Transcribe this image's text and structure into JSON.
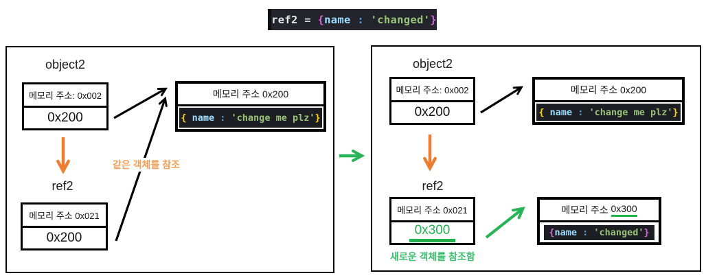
{
  "banner": {
    "tokens": [
      {
        "text": "ref2 ",
        "color": "#e8e8e8"
      },
      {
        "text": "= ",
        "color": "#d4d4d4"
      },
      {
        "text": "{",
        "color": "#d365d6"
      },
      {
        "text": "name",
        "color": "#9cdcfe"
      },
      {
        "text": " : ",
        "color": "#569cd6"
      },
      {
        "text": "'changed'",
        "color": "#98c379"
      },
      {
        "text": "}",
        "color": "#d365d6"
      }
    ]
  },
  "left_panel": {
    "object2": {
      "label": "object2",
      "address_header": "메모리 주소: 0x002",
      "value": "0x200"
    },
    "ref2": {
      "label": "ref2",
      "address_header": "메모리 주소 0x021",
      "value": "0x200"
    },
    "memory200": {
      "header": "메모리 주소 0x200",
      "code_tokens": [
        {
          "text": "{ ",
          "color": "#ffd700"
        },
        {
          "text": "name",
          "color": "#9cdcfe"
        },
        {
          "text": " : ",
          "color": "#569cd6"
        },
        {
          "text": "'change me plz'",
          "color": "#98c379"
        },
        {
          "text": "}",
          "color": "#ffd700"
        }
      ]
    },
    "annotation": "같은 객체를 참조"
  },
  "right_panel": {
    "object2": {
      "label": "object2",
      "address_header": "메모리 주소: 0x002",
      "value": "0x200"
    },
    "ref2": {
      "label": "ref2",
      "address_header": "메모리 주소 0x021",
      "value": "0x300"
    },
    "memory200": {
      "header": "메모리 주소 0x200",
      "code_tokens": [
        {
          "text": "{ ",
          "color": "#ffd700"
        },
        {
          "text": "name",
          "color": "#9cdcfe"
        },
        {
          "text": " : ",
          "color": "#569cd6"
        },
        {
          "text": "'change me plz'",
          "color": "#98c379"
        },
        {
          "text": "}",
          "color": "#ffd700"
        }
      ]
    },
    "memory300": {
      "header_prefix": "메모리 주소 ",
      "header_address": "0x300",
      "code_tokens": [
        {
          "text": "{",
          "color": "#d365d6"
        },
        {
          "text": "name",
          "color": "#9cdcfe"
        },
        {
          "text": " : ",
          "color": "#569cd6"
        },
        {
          "text": "'changed'",
          "color": "#98c379"
        },
        {
          "text": "}",
          "color": "#d365d6"
        }
      ]
    },
    "annotation": "새로운 객체를 참조함"
  },
  "colors": {
    "arrow_black": "#000000",
    "arrow_orange": "#ed7d31",
    "arrow_green": "#27b356",
    "annotation_orange": "#f2a05a",
    "annotation_green": "#3bbd6b",
    "underline_green": "#21b14c",
    "code_background": "#1d1e24"
  }
}
